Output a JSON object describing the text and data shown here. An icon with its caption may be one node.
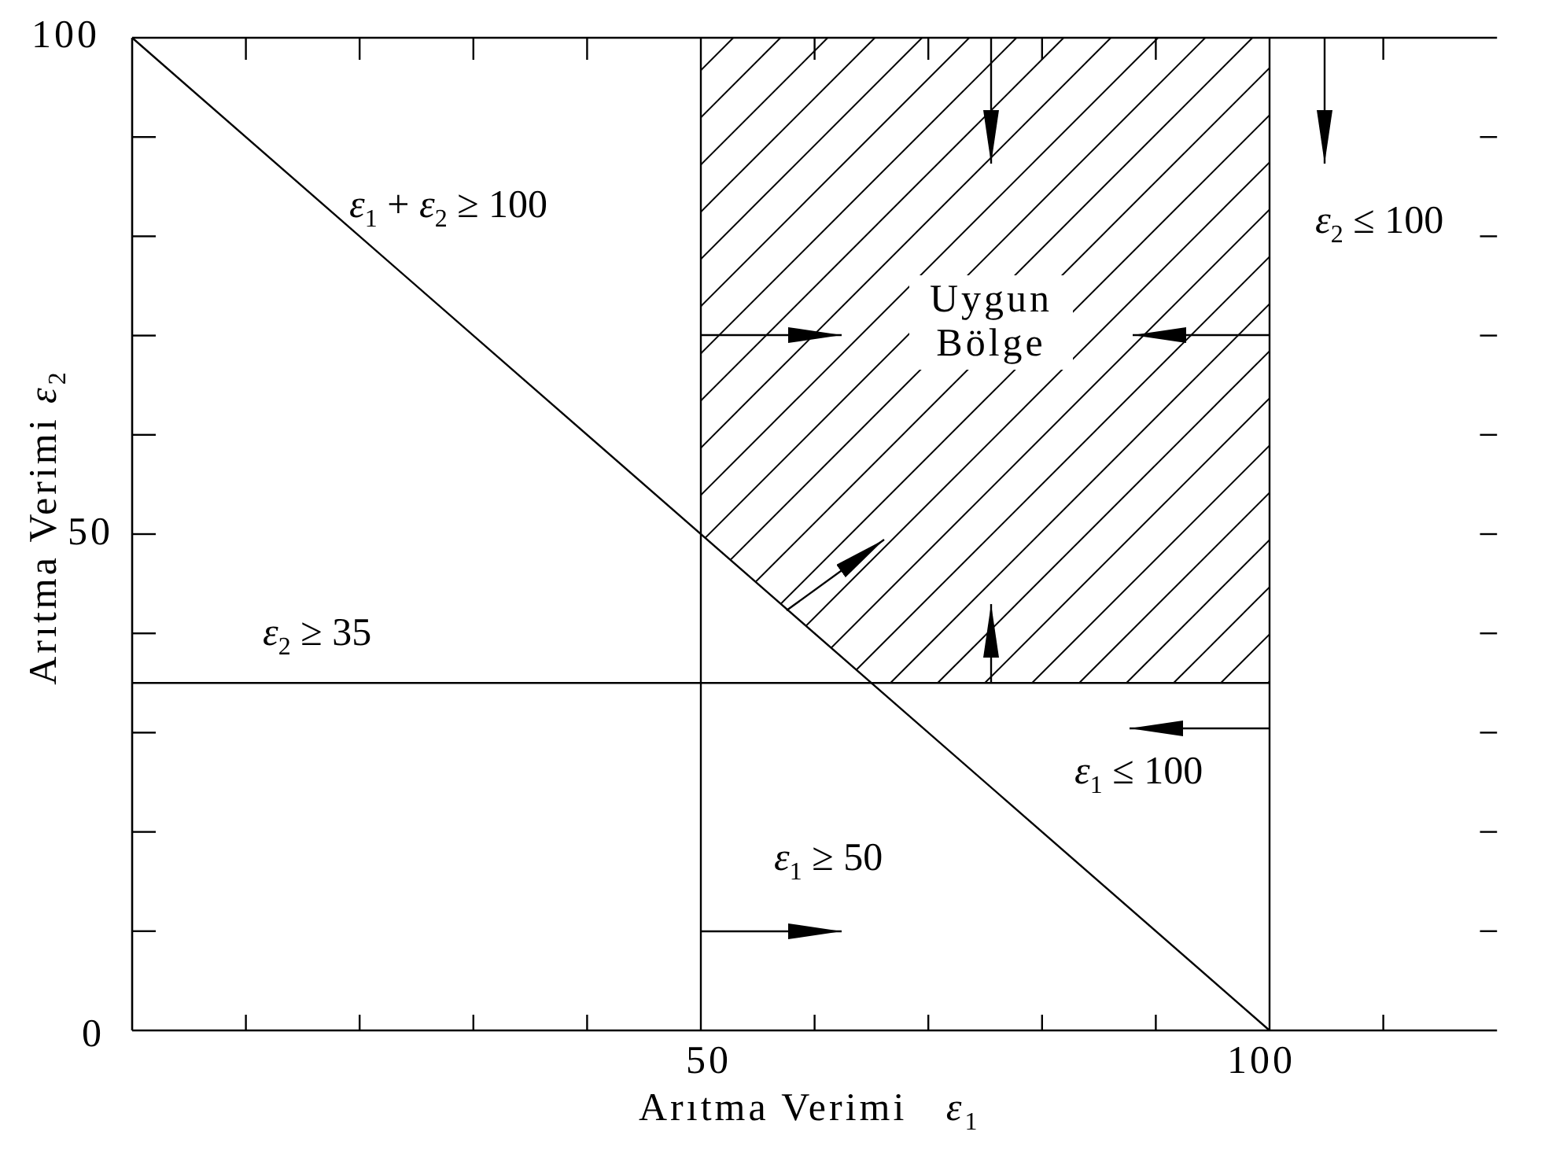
{
  "diagram": {
    "nodes": [
      {
        "text": [
          "Uygun Bölge"
        ]
      }
    ],
    "labels": [
      "100",
      "*ε*$_{1}$ + *ε*$_{2}$ ≥ 100",
      "*ε*$_{2}$ ≤ 100",
      "Arıtma Verimi *ε*$_{2}$",
      "50",
      "*ε*$_{2}$ ≥ 35",
      "*ε*$_{1}$ ≤ 100",
      "*ε*$_{1}$ ≥ 50",
      "0",
      "50",
      "100",
      "Arıtma Verimi   *ε*$_{1}$"
    ]
  }
}
